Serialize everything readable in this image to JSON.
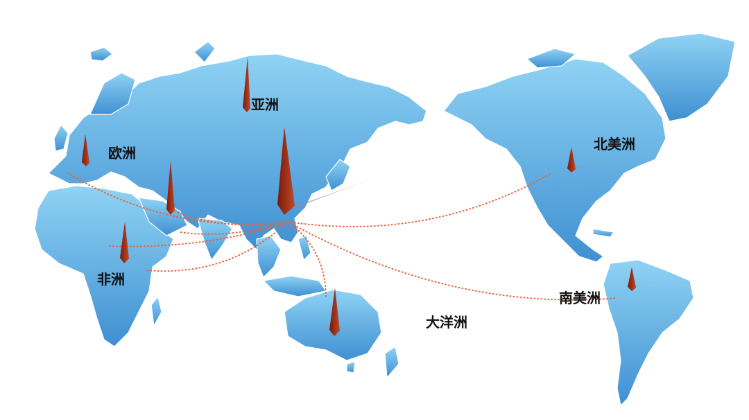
{
  "colors": {
    "land_top": "#8fd3f4",
    "land_bottom": "#3f8fd2",
    "border": "#ffffff",
    "route": "#e8643a",
    "spike_dark": "#7a1a08",
    "spike_light": "#c0482a",
    "shadow": "#9a9a9a"
  },
  "labels": {
    "asia": "亚洲",
    "europe": "欧洲",
    "africa": "非洲",
    "north_america": "北美洲",
    "south_america": "南美洲",
    "oceania": "大洋洲"
  },
  "markers": [
    {
      "id": "china-marker",
      "size": "large"
    },
    {
      "id": "asia-north-marker",
      "size": "medium"
    },
    {
      "id": "europe-marker",
      "size": "small"
    },
    {
      "id": "middle-east-marker",
      "size": "medium"
    },
    {
      "id": "africa-marker",
      "size": "medium"
    },
    {
      "id": "oceania-marker",
      "size": "medium"
    },
    {
      "id": "north-america-marker",
      "size": "small"
    },
    {
      "id": "south-america-marker",
      "size": "small"
    }
  ]
}
